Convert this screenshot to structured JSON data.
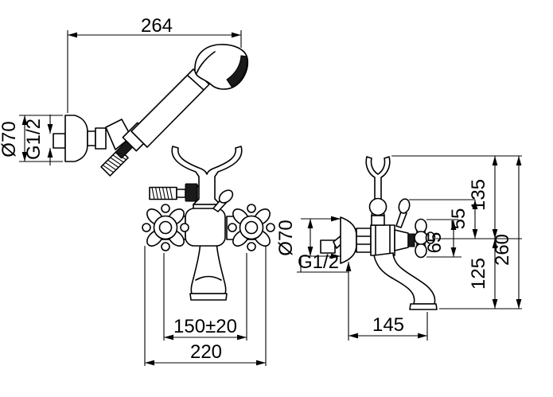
{
  "drawing_type": "bath-shower-mixer-technical-drawing",
  "colors": {
    "line": "#000000",
    "background": "#ffffff",
    "dark_fill": "#1a1a1a"
  },
  "views": {
    "hand_shower": {
      "dims": {
        "overall_length": "264",
        "flange_diameter": "Ø70",
        "thread_size": "G1/2"
      }
    },
    "front": {
      "dims": {
        "inlet_spacing": "150±20",
        "overall_width": "220"
      }
    },
    "side": {
      "dims": {
        "flange_diameter": "Ø70",
        "thread_size": "G1/2",
        "cradle_above_axis": "135",
        "diverter_above_axis": "55",
        "handle_height": "65",
        "axis_to_spout": "125",
        "overall_height": "260",
        "spout_reach": "145"
      }
    }
  }
}
